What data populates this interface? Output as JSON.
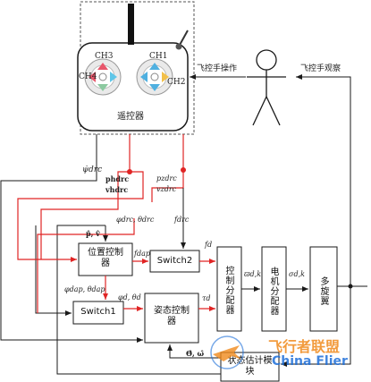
{
  "remote_controller": {
    "label": "遥控器",
    "ch1": "CH1",
    "ch2": "CH2",
    "ch3": "CH3",
    "ch4": "CH4"
  },
  "pilot": {
    "operate_label": "飞控手操作",
    "observe_label": "飞控手观察"
  },
  "signals": {
    "psi_drc": "ψ̇drc",
    "p_h_drc": "phdrc",
    "v_h_drc": "vhdrc",
    "p_z_drc": "pzdrc",
    "v_z_drc": "vzdrc",
    "phi_theta_drc": "φdrc, θdrc",
    "f_drc": "fdrc",
    "p_v_hat": "p̂, v̂",
    "f_dap": "fdap",
    "f_d": "fd",
    "phi_theta_dap": "φdap, θdap",
    "phi_theta_d": "φd, θd",
    "tau_d": "τd",
    "varpi_dk": "ϖd,k",
    "sigma_dk": "σd,k",
    "theta_omega_hat": "Θ̂, ω̂"
  },
  "blocks": {
    "position_controller": "位置控制器",
    "switch1": "Switch1",
    "switch2": "Switch2",
    "attitude_controller": "姿态控制器",
    "control_allocator": "控制分配器",
    "motor_allocator": "电机分配器",
    "multirotor": "多旋翼",
    "state_estimator": "状态估计模块"
  },
  "watermark": {
    "text_cn": "飞行者联盟",
    "text_en": "China Flier"
  },
  "colors": {
    "red_path": "#e02424",
    "black_path": "#1a1a1a",
    "watermark_blue": "#1e6fd9",
    "watermark_orange": "#f08a1c"
  }
}
